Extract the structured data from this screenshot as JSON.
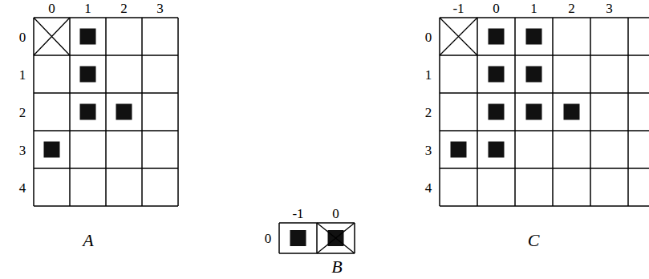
{
  "diagram": {
    "labels": [
      "0",
      "1",
      "2",
      "3",
      "0",
      "1",
      "2",
      "3",
      "4",
      "A",
      "-1",
      "0",
      "0",
      "B",
      "-1",
      "0",
      "1",
      "2",
      "3",
      "0",
      "1",
      "2",
      "3",
      "4",
      "C"
    ]
  }
}
